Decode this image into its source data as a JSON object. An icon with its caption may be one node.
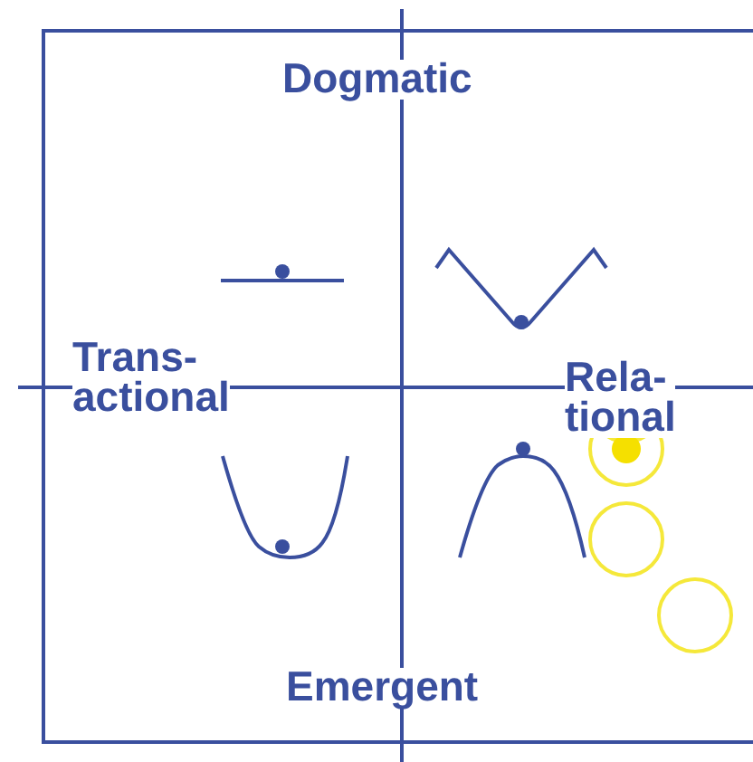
{
  "diagram": {
    "labels": [
      "Dogmatic",
      "Trans- actional",
      "Rela- tional",
      "Emergent"
    ]
  }
}
